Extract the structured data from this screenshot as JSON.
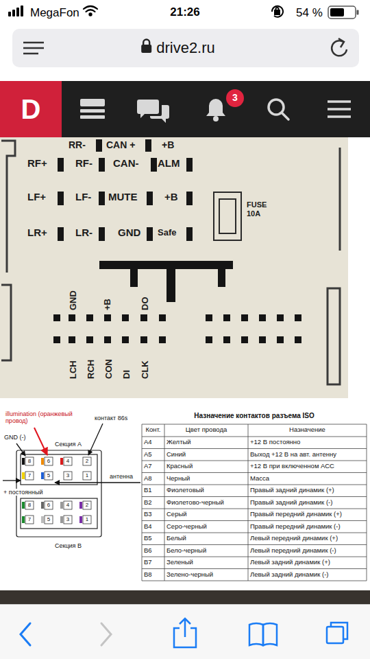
{
  "diagram": {
    "nodes": [
      {
        "text": [
          "drive2.ru"
        ]
      },
      {
        "text": [
          "D"
        ]
      },
      {
        "text": [
          "3"
        ]
      }
    ],
    "labels": [
      "MegaFon",
      "21:26",
      "54 %",
      "RR-",
      "CAN +",
      "+B",
      "RF+",
      "RF-",
      "CAN-",
      "ALM",
      "LF+",
      "LF-",
      "MUTE",
      "+B",
      "LR+",
      "LR-",
      "GND",
      "Safe",
      "FUSE 10A",
      "GND",
      "+B",
      "DO",
      "LCH",
      "RCH",
      "CON",
      "DI",
      "CLK",
      "illumination (оранжевый провод)",
      "контакт 86s",
      "GND (-)",
      "Секция А",
      "антенна",
      "+ постоянный",
      "8",
      "6",
      "4",
      "2",
      "7",
      "5",
      "3",
      "1",
      "8",
      "6",
      "4",
      "2",
      "7",
      "5",
      "3",
      "1",
      "Секция В",
      "Назначение контактов разъема ISO",
      "Конт.",
      "Цвет провода",
      "Назначение",
      "A4",
      "Желтый",
      "+12 В постоянно",
      "A5",
      "Синий",
      "Выход +12 В на авт. антенну",
      "A7",
      "Красный",
      "+12 В при включенном АСС",
      "A8",
      "Черный",
      "Масса",
      "B1",
      "Фиолетовый",
      "Правый задний динамик (+)",
      "B2",
      "Фиолетово-черный",
      "Правый задний динамик (-)",
      "B3",
      "Серый",
      "Правый передний динамик (+)",
      "B4",
      "Серо-черный",
      "Правый передний динамик (-)",
      "B5",
      "Белый",
      "Левый передний динамик (+)",
      "B6",
      "Бело-черный",
      "Левый передний динамик (-)",
      "B7",
      "Зеленый",
      "Левый задний динамик (+)",
      "B8",
      "Зелено-черный",
      "Левый задний динамик (-)"
    ]
  }
}
